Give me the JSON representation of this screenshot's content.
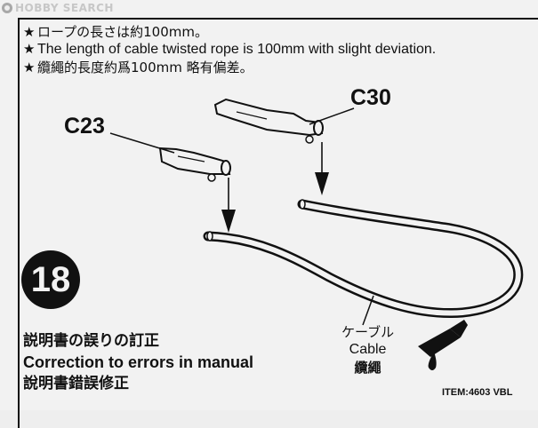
{
  "watermark": {
    "text": "HOBBY SEARCH"
  },
  "notes": [
    {
      "star": "★",
      "text": "ロープの長さは約100mm。"
    },
    {
      "star": "★",
      "text": "The length of cable twisted rope is 100mm with slight deviation."
    },
    {
      "star": "★",
      "text": "纜繩的長度約爲100mm 略有偏差。"
    }
  ],
  "parts": {
    "c30_label": "C30",
    "c23_label": "C23"
  },
  "step": {
    "number": "18"
  },
  "cable": {
    "label_jp": "ケーブル",
    "label_en": "Cable",
    "label_zh": "纜繩",
    "icon": "glue-drop-icon"
  },
  "correction": {
    "line_jp": "説明書の誤りの訂正",
    "line_en": "Correction to errors in manual",
    "line_zh": "說明書錯誤修正"
  },
  "footer": {
    "item_code": "ITEM:4603  VBL"
  }
}
